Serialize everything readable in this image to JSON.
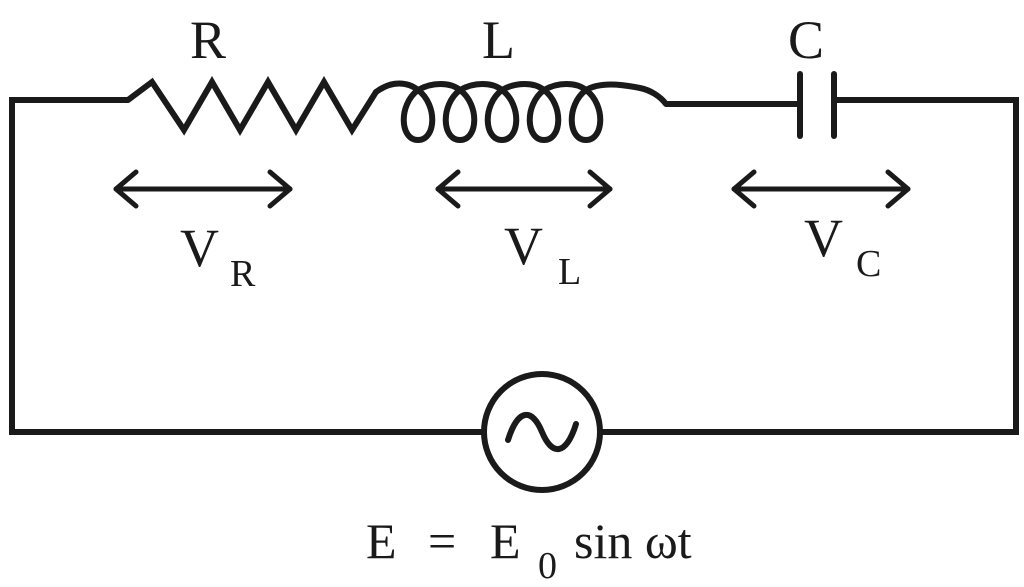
{
  "components": {
    "resistor_label": "R",
    "inductor_label": "L",
    "capacitor_label": "C"
  },
  "voltages": {
    "resistor": {
      "main": "V",
      "sub": "R"
    },
    "inductor": {
      "main": "V",
      "sub": "L"
    },
    "capacitor": {
      "main": "V",
      "sub": "C"
    }
  },
  "source_equation": {
    "lhs": "E",
    "equals": "=",
    "rhs_main": "E",
    "rhs_sub": "0",
    "rhs_rest": "sin ωt"
  },
  "colors": {
    "ink": "#1a1a1a",
    "background": "#ffffff"
  },
  "icons": {
    "source": "ac-source-icon"
  }
}
